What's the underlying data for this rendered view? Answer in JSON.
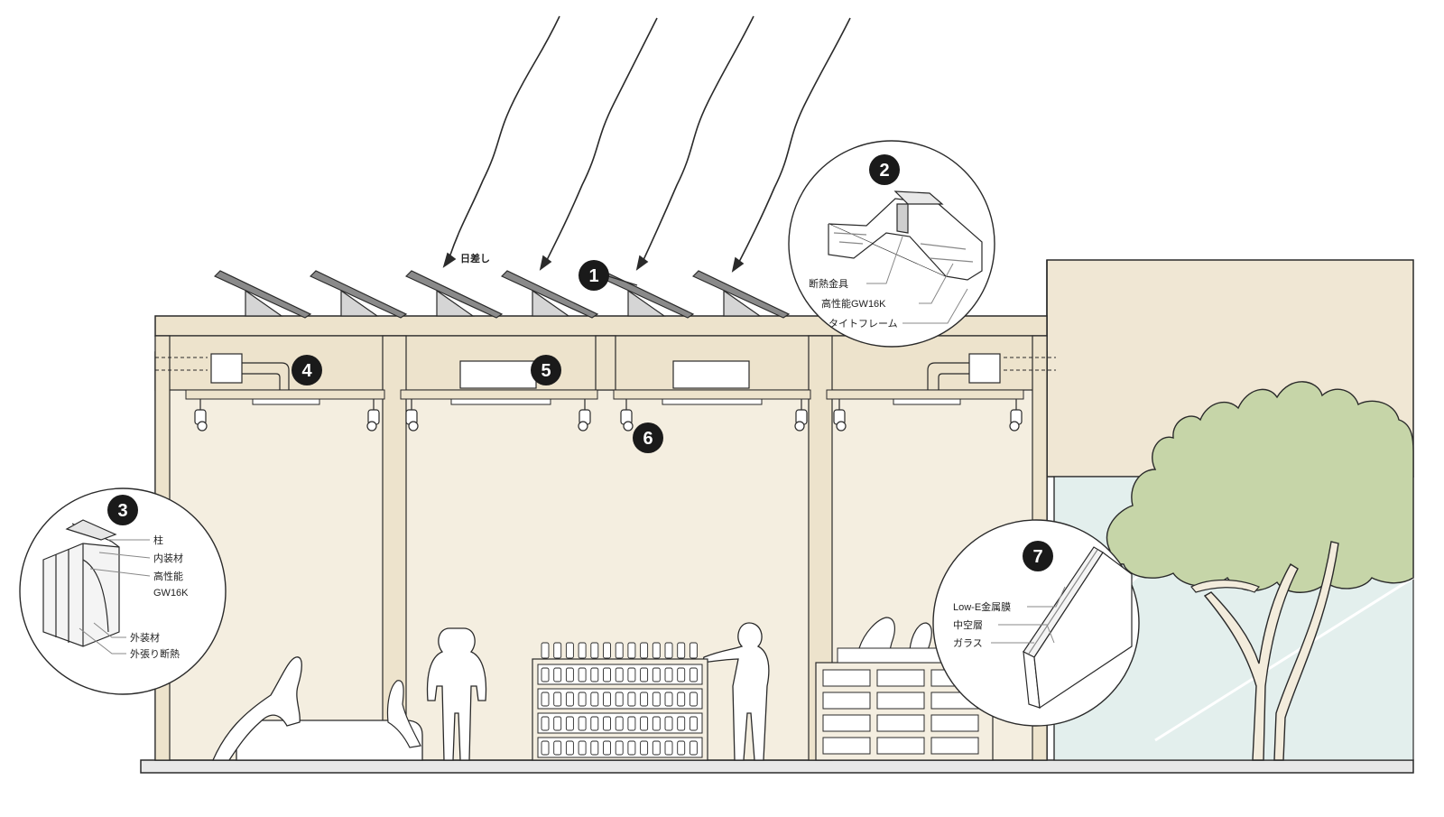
{
  "sun_label": "日差し",
  "markers": [
    "1",
    "2",
    "3",
    "4",
    "5",
    "6",
    "7"
  ],
  "detail2": {
    "labels": [
      "断熱金具",
      "高性能GW16K",
      "タイトフレーム"
    ]
  },
  "detail3": {
    "labels": [
      "柱",
      "内装材",
      "高性能",
      "GW16K",
      "外装材",
      "外張り断熱"
    ]
  },
  "detail7": {
    "labels": [
      "Low-E金属膜",
      "中空層",
      "ガラス"
    ]
  },
  "colors": {
    "wall": "#f4eee0",
    "slab": "#ede3cc",
    "outline": "#2a2a2a",
    "panel": "#d5d5d5",
    "foliage": "#c6d5a8",
    "glass": "#e3efed",
    "trunk": "#f3ecdc",
    "marker": "#1a1a1a",
    "callout_bg": "#ffffff"
  }
}
